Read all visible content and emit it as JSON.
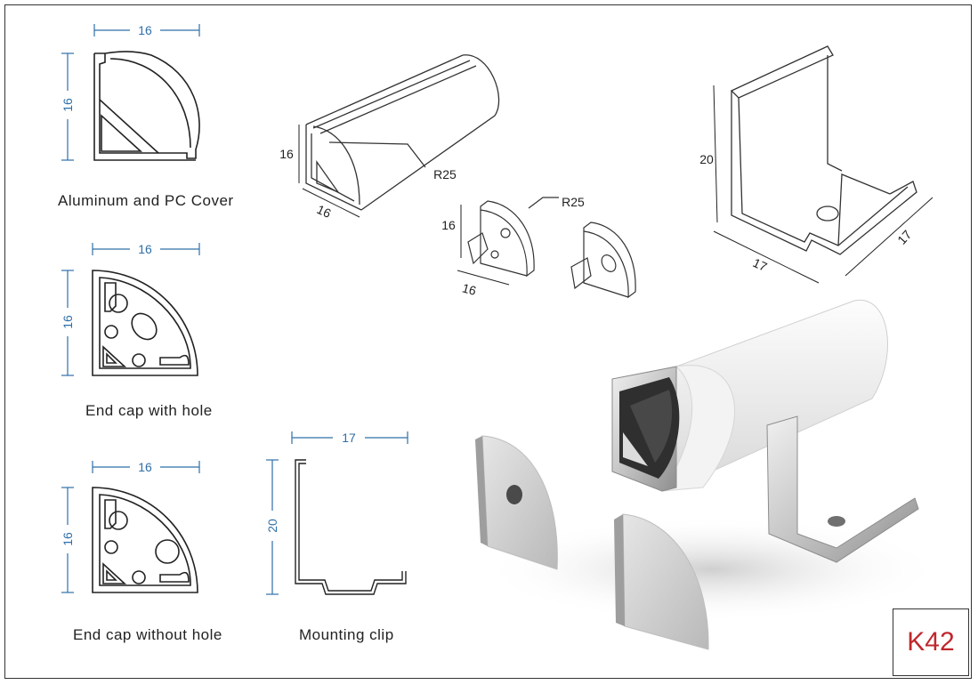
{
  "labels": {
    "cover": "Aluminum and PC Cover",
    "endcap_hole": "End cap with hole",
    "endcap_nohole": "End cap without hole",
    "clip": "Mounting clip"
  },
  "dims": {
    "p1_w": "16",
    "p1_h": "16",
    "p2_w": "16",
    "p2_h": "16",
    "p3_w": "16",
    "p3_h": "16",
    "clip_w": "17",
    "clip_h": "20",
    "iso_h": "16",
    "iso_d": "16",
    "iso_r": "R25",
    "cap_h": "16",
    "cap_w": "16",
    "cap_r": "R25",
    "iso_clip_h": "20",
    "iso_clip_w": "17",
    "iso_clip_d": "17"
  },
  "model_code": "K42",
  "colors": {
    "dimension": "#2f6fa8",
    "code": "#c0272d"
  }
}
